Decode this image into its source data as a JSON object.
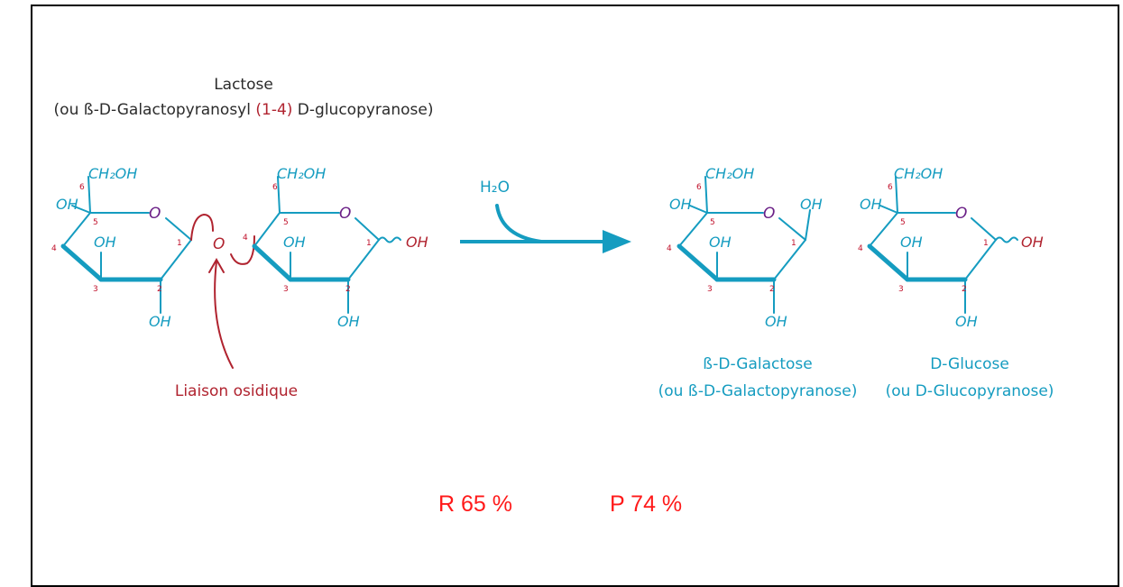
{
  "header": {
    "title": "Lactose",
    "subtitle_prefix": "(ou ß-D-Galactopyranosyl ",
    "subtitle_link": "(1-4)",
    "subtitle_suffix": " D-glucopyranose)"
  },
  "reagent": "H₂O",
  "glycosidic_bond_label": "Liaison osidique",
  "atoms": {
    "ch2oh": "CH₂OH",
    "oh": "OH",
    "ring_o": "O",
    "bridge_o": "O"
  },
  "carbon_numbers": [
    "1",
    "2",
    "3",
    "4",
    "5",
    "6"
  ],
  "products": [
    {
      "name": "ß-D-Galactose",
      "alt": "(ou ß-D-Galactopyranose)"
    },
    {
      "name": "D-Glucose",
      "alt": "(ou D-Glucopyranose)"
    }
  ],
  "scores": {
    "r": "R 65 %",
    "p": "P 74 %"
  },
  "colors": {
    "molecule": "#159cc0",
    "ring_oxygen": "#6a1f86",
    "bond_highlight": "#b0232f",
    "score": "#ff1a1a"
  }
}
